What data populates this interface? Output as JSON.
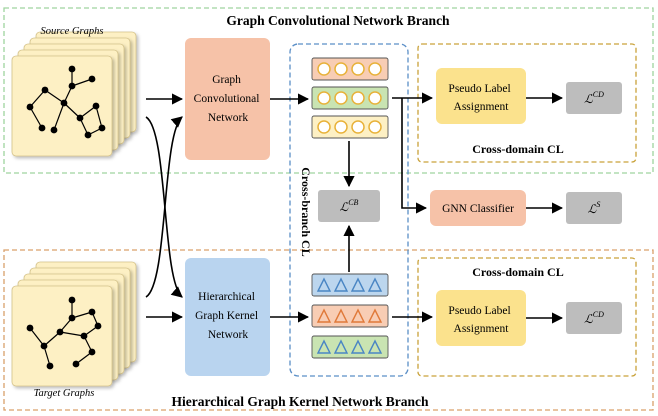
{
  "top_branch_title": "Graph Convolutional Network Branch",
  "bottom_branch_title": "Hierarchical Graph Kernel Network Branch",
  "source_label": "Source Graphs",
  "target_label": "Target Graphs",
  "gcn_box": [
    "Graph",
    "Convolutional",
    "Network"
  ],
  "hgkn_box": [
    "Hierarchical",
    "Graph Kernel",
    "Network"
  ],
  "cross_branch_label": "Cross-branch CL",
  "cross_domain_label": "Cross-domain CL",
  "pseudo_label_box": [
    "Pseudo Label",
    "Assignment"
  ],
  "gnn_classifier_label": "GNN Classifier",
  "losses": {
    "cd": {
      "base": "ℒ",
      "sup": "CD"
    },
    "cb": {
      "base": "ℒ",
      "sup": "CB"
    },
    "s": {
      "base": "ℒ",
      "sup": "S"
    }
  },
  "colors": {
    "top_branch_border": "#9fd49f",
    "bottom_branch_border": "#d9a06b",
    "cross_branch_border": "#5b8fc7",
    "cross_domain_border": "#c9a23a",
    "gcn_fill": "#f6c2a8",
    "hgkn_fill": "#b9d4ef",
    "pseudo_fill": "#fbe28d",
    "gnn_fill": "#f6c2a8",
    "loss_fill": "#bdbdbd",
    "graph_card": "#fdf0c4",
    "feature_orange": "#f8cdb4",
    "feature_green": "#c9e4b2",
    "feature_yellow": "#fdf0c4",
    "feature_blue": "#bcd6ee",
    "circle_stroke": "#e8b23a",
    "triangle_stroke": "#4a86c4"
  }
}
